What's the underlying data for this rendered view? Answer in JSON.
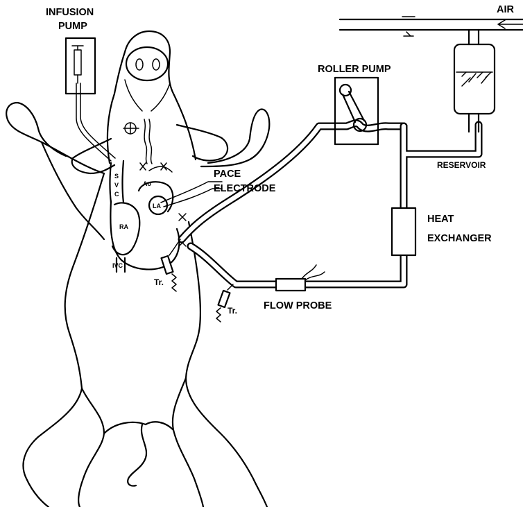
{
  "labels": {
    "infusion_pump_line1": "INFUSION",
    "infusion_pump_line2": "PUMP",
    "roller_pump": "ROLLER PUMP",
    "air": "AIR",
    "reservoir": "RESERVOIR",
    "pace": "PACE",
    "electrode": "ELECTRODE",
    "heat_line1": "HEAT",
    "heat_line2": "EXCHANGER",
    "flow_probe": "FLOW PROBE",
    "transducer_1": "Tr.",
    "transducer_2": "Tr.",
    "svc_s": "S",
    "svc_v": "V",
    "svc_c": "C",
    "aorta": "Ao",
    "left_atrium": "LA",
    "right_atrium": "RA",
    "ivc": "IVC"
  },
  "colors": {
    "ink": "#000000",
    "paper": "#ffffff"
  }
}
